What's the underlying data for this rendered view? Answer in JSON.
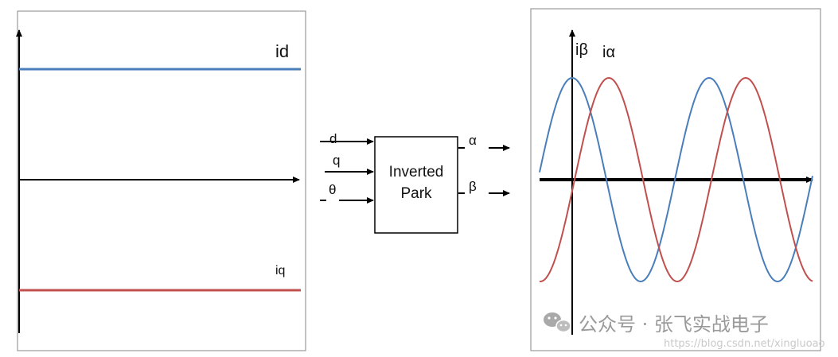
{
  "left_panel": {
    "top_trace_label": "id",
    "bottom_trace_label": "iq",
    "colors": {
      "top_trace": "#4a7ebb",
      "bottom_trace": "#c0504d",
      "axis": "#000000",
      "frame": "#9a9a9a"
    }
  },
  "block": {
    "title_line1": "Inverted",
    "title_line2": "Park",
    "inputs": [
      "d",
      "q",
      "θ"
    ],
    "outputs": [
      "α",
      "β"
    ]
  },
  "right_panel": {
    "label_beta": "iβ",
    "label_alpha": "iα",
    "colors": {
      "beta": "#4a7ebb",
      "alpha": "#c0504d",
      "axis": "#000000",
      "frame": "#9a9a9a"
    }
  },
  "watermark": {
    "text": "公众号 · 张飞实战电子",
    "icon": "wechat-icon",
    "url": "https://blog.csdn.net/xingluoao"
  }
}
